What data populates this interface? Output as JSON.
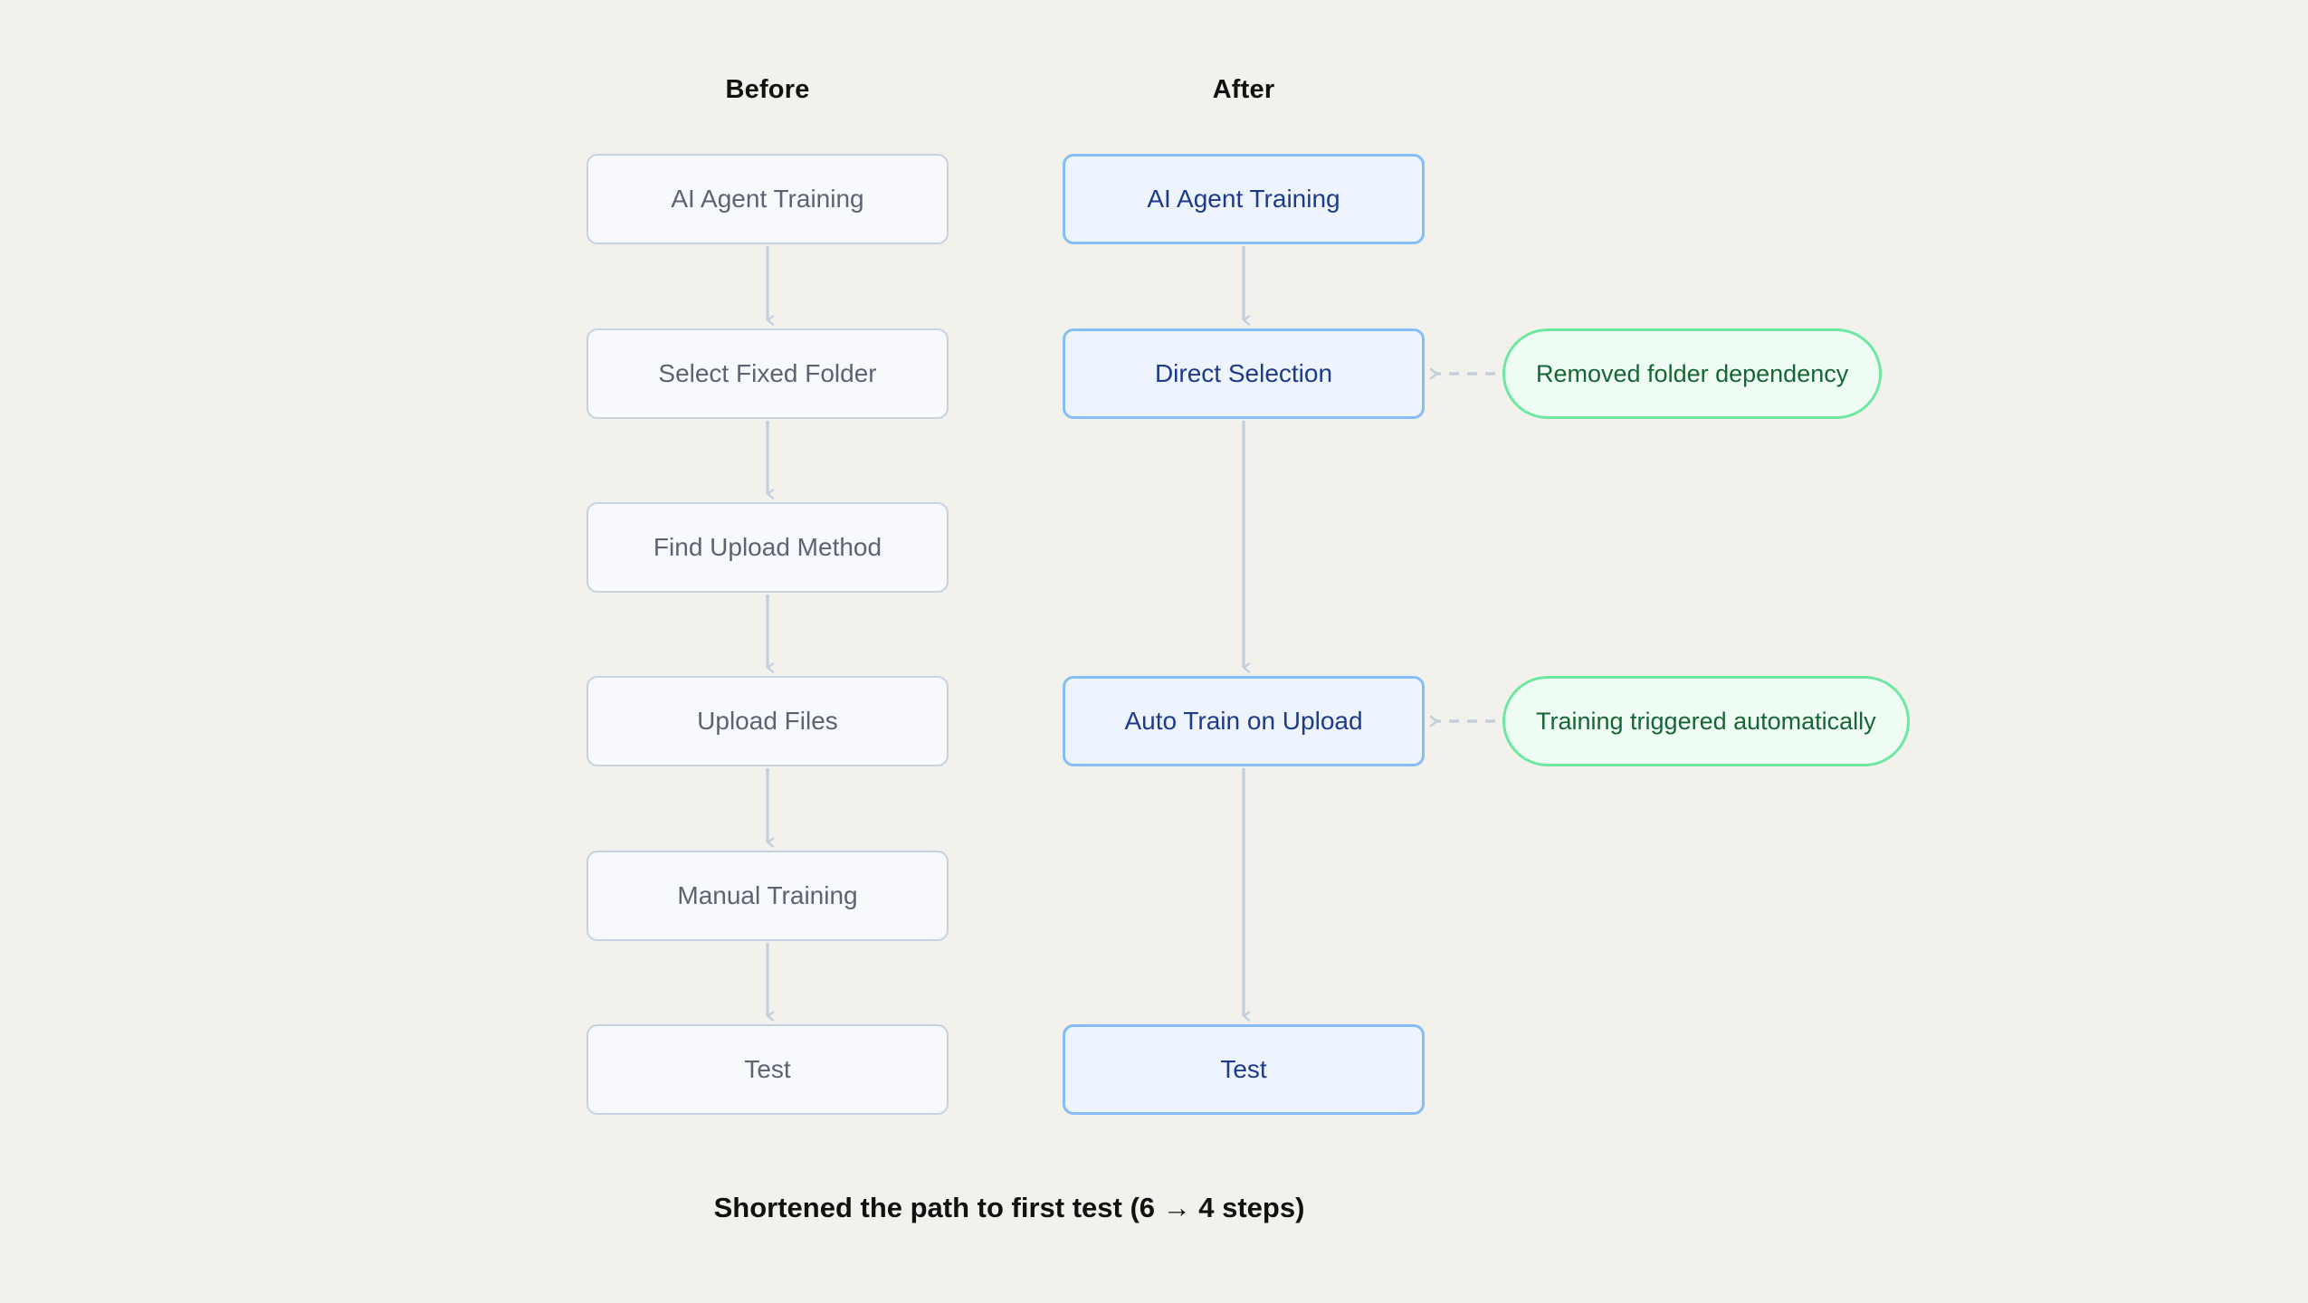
{
  "background_color": "#f2f1ec",
  "colors": {
    "before_border": "#c6d2e0",
    "before_fill": "#f8f9fc",
    "before_text": "#5a6472",
    "after_border": "#86bdf7",
    "after_fill": "#edf4fe",
    "after_text": "#1e3a8a",
    "annotation_border": "#6ee7a0",
    "annotation_fill": "#effcf4",
    "annotation_text": "#166534",
    "arrow": "#c3cfdd",
    "caption_text": "#111111"
  },
  "headers": {
    "before": "Before",
    "after": "After"
  },
  "before_flow": {
    "nodes": [
      {
        "label": "AI Agent Training"
      },
      {
        "label": "Select Fixed Folder"
      },
      {
        "label": "Find Upload Method"
      },
      {
        "label": "Upload Files"
      },
      {
        "label": "Manual Training"
      },
      {
        "label": "Test"
      }
    ],
    "step_count": 6
  },
  "after_flow": {
    "nodes": [
      {
        "label": "AI Agent Training"
      },
      {
        "label": "Direct Selection"
      },
      {
        "label": "Auto Train on Upload"
      },
      {
        "label": "Test"
      }
    ],
    "step_count": 4
  },
  "annotations": [
    {
      "label": "Removed folder dependency",
      "targets": "Direct Selection"
    },
    {
      "label": "Training triggered automatically",
      "targets": "Auto Train on Upload"
    }
  ],
  "caption": "Shortened the path to first test (6 → 4 steps)"
}
